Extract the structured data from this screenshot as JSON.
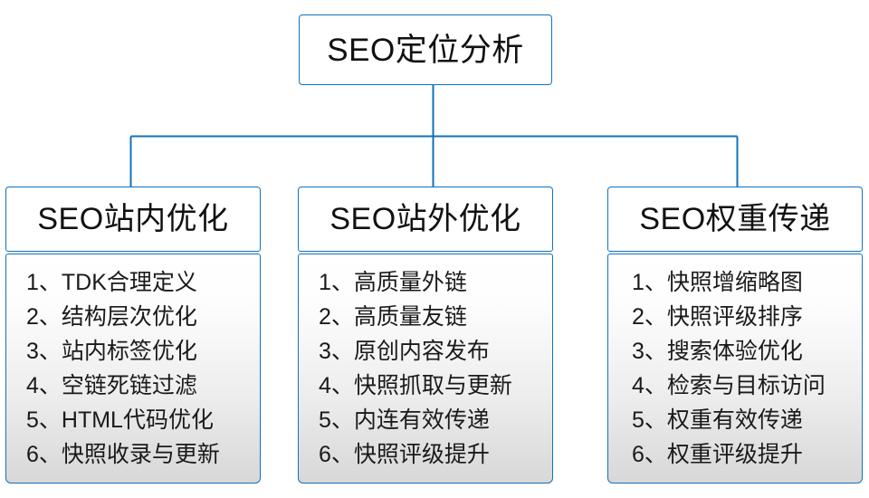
{
  "diagram": {
    "type": "org-tree",
    "root": {
      "title": "SEO定位分析"
    },
    "branches": [
      {
        "title": "SEO站内优化",
        "items": [
          "1、TDK合理定义",
          "2、结构层次优化",
          "3、站内标签优化",
          "4、空链死链过滤",
          "5、HTML代码优化",
          "6、快照收录与更新"
        ]
      },
      {
        "title": "SEO站外优化",
        "items": [
          "1、高质量外链",
          "2、高质量友链",
          "3、原创内容发布",
          "4、快照抓取与更新",
          "5、内连有效传递",
          "6、快照评级提升"
        ]
      },
      {
        "title": "SEO权重传递",
        "items": [
          "1、快照增缩略图",
          "2、快照评级排序",
          "3、搜索体验优化",
          "4、检索与目标访问",
          "5、权重有效传递",
          "6、权重评级提升"
        ]
      }
    ],
    "colors": {
      "border": "#1072BD",
      "connector": "#1072BD",
      "text": "#111111",
      "node_fill": "#ffffff",
      "list_fill_top": "#ffffff",
      "list_fill_bottom": "#d8d8d8",
      "background": "#ffffff"
    }
  }
}
